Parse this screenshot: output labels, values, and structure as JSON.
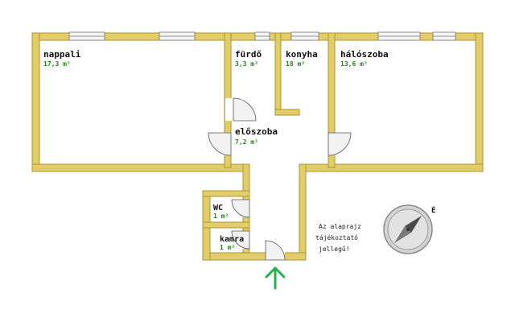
{
  "rooms": {
    "nappali": {
      "name": "nappali",
      "area": "17,3 m²"
    },
    "furdo": {
      "name": "fürdő",
      "area": "3,3 m²"
    },
    "konyha": {
      "name": "konyha",
      "area": "18 m²"
    },
    "haloszoba": {
      "name": "hálószoba",
      "area": "13,6 m²"
    },
    "eloszoba": {
      "name": "előszoba",
      "area": "7,2 m²"
    },
    "wc": {
      "name": "WC",
      "area": "1 m²"
    },
    "kamra": {
      "name": "kamra",
      "area": "1 m²"
    }
  },
  "note": [
    "Az alaprajz",
    "tájékoztató",
    "jellegű!"
  ],
  "compass": {
    "label": "É"
  },
  "colors": {
    "wall": "#e3cd6a",
    "wall_edge": "#a9962f",
    "area_text": "#1a8a1a",
    "entrance_arrow": "#22b14c"
  }
}
